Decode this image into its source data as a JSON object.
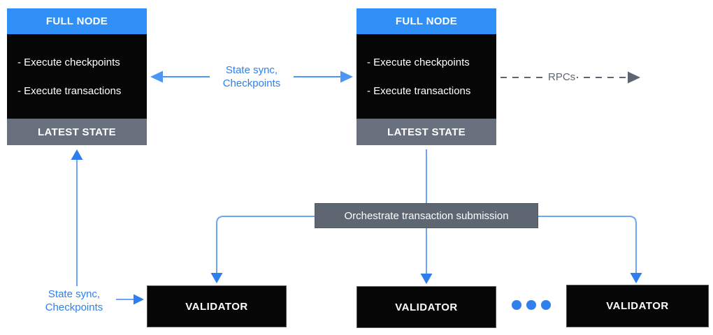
{
  "diagram": {
    "full_nodes": [
      {
        "title": "FULL NODE",
        "items": [
          "- Execute checkpoints",
          "- Execute transactions"
        ],
        "footer": "LATEST STATE"
      },
      {
        "title": "FULL NODE",
        "items": [
          "- Execute checkpoints",
          "- Execute transactions"
        ],
        "footer": "LATEST STATE"
      }
    ],
    "validators": [
      "VALIDATOR",
      "VALIDATOR",
      "VALIDATOR"
    ],
    "labels": {
      "node_sync_line1": "State sync,",
      "node_sync_line2": "Checkpoints",
      "validator_sync_line1": "State sync,",
      "validator_sync_line2": "Checkpoints",
      "rpcs": "RPCs",
      "orchestrate": "Orchestrate transaction submission"
    },
    "colors": {
      "header_blue": "#3090F7",
      "label_blue": "#2F80ED",
      "connector_blue": "#6CA5F4",
      "arrow_blue": "#2E7FED",
      "double_arrow_blue": "#4D96F7",
      "box_black": "#060606",
      "state_bar_gray": "#68707E",
      "orchestrate_gray": "#5D6671",
      "rpcs_gray": "#5C6672"
    }
  }
}
